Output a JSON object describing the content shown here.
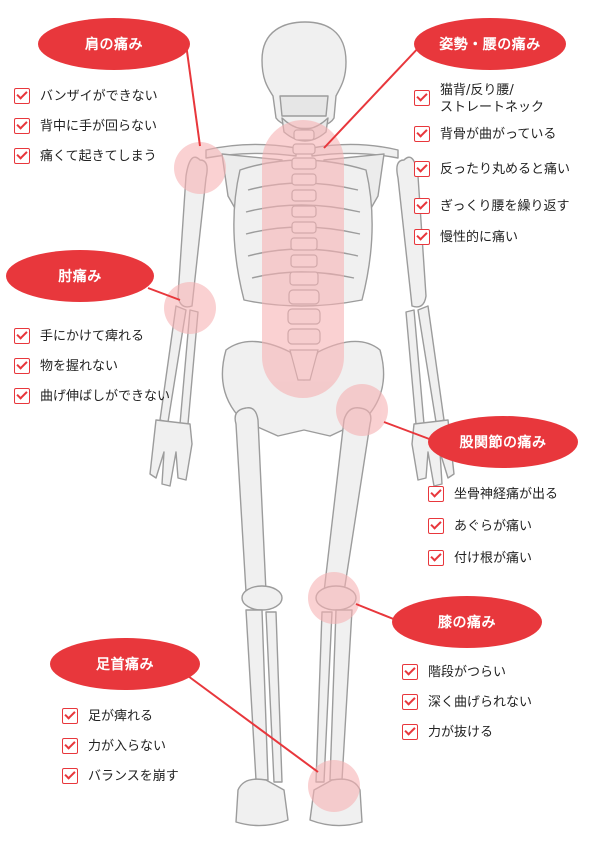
{
  "colors": {
    "accent": "#e8373c",
    "highlight": "#f6b2b4",
    "bone": "#efefef",
    "bone_outline": "#9a9a9a"
  },
  "icons": {
    "check": "check-icon"
  },
  "sections": {
    "shoulder": {
      "title": "肩の痛み",
      "items": [
        "バンザイができない",
        "背中に手が回らない",
        "痛くて起きてしまう"
      ]
    },
    "back": {
      "title": "姿勢・腰の痛み",
      "items": [
        "猫背/反り腰/\nストレートネック",
        "背骨が曲がっている",
        "反ったり丸めると痛い",
        "ぎっくり腰を繰り返す",
        "慢性的に痛い"
      ]
    },
    "elbow": {
      "title": "肘痛み",
      "items": [
        "手にかけて痺れる",
        "物を握れない",
        "曲げ伸ばしができない"
      ]
    },
    "hip": {
      "title": "股関節の痛み",
      "items": [
        "坐骨神経痛が出る",
        "あぐらが痛い",
        "付け根が痛い"
      ]
    },
    "knee": {
      "title": "膝の痛み",
      "items": [
        "階段がつらい",
        "深く曲げられない",
        "力が抜ける"
      ]
    },
    "ankle": {
      "title": "足首痛み",
      "items": [
        "足が痺れる",
        "力が入らない",
        "バランスを崩す"
      ]
    }
  }
}
